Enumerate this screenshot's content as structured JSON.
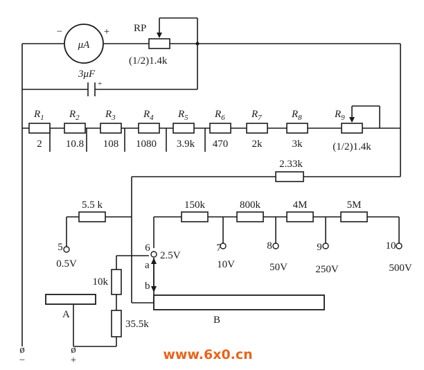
{
  "meter": {
    "symbol": "μA",
    "minus": "−",
    "plus": "+"
  },
  "rp": {
    "name": "RP",
    "value": "(1/2)1.4k"
  },
  "capacitor": {
    "value": "3μF",
    "plus": "+"
  },
  "chain": [
    {
      "name": "R",
      "sub": "1",
      "value": "2"
    },
    {
      "name": "R",
      "sub": "2",
      "value": "10.8"
    },
    {
      "name": "R",
      "sub": "3",
      "value": "108"
    },
    {
      "name": "R",
      "sub": "4",
      "value": "1080"
    },
    {
      "name": "R",
      "sub": "5",
      "value": "3.9k"
    },
    {
      "name": "R",
      "sub": "6",
      "value": "470"
    },
    {
      "name": "R",
      "sub": "7",
      "value": "2k"
    },
    {
      "name": "R",
      "sub": "8",
      "value": "3k"
    },
    {
      "name": "R",
      "sub": "9",
      "value": "(1/2)1.4k"
    }
  ],
  "r_233k": "2.33k",
  "r_55k": "5.5 k",
  "series_res": [
    "150k",
    "800k",
    "4M",
    "5M"
  ],
  "terminals": [
    {
      "num": "5",
      "range": "0.5V"
    },
    {
      "num": "6",
      "range": "2.5V"
    },
    {
      "num": "7",
      "range": "10V"
    },
    {
      "num": "8",
      "range": "50V"
    },
    {
      "num": "9",
      "range": "250V"
    },
    {
      "num": "10",
      "range": "500V"
    }
  ],
  "wiper": {
    "a": "a",
    "b": "b"
  },
  "r_10k": "10k",
  "r_355k": "35.5k",
  "block_a": "A",
  "block_b": "B",
  "out_terms": {
    "left_symbol": "ø",
    "left_sign": "−",
    "right_symbol": "ø",
    "right_sign": "+"
  },
  "watermark": "www.6x0.cn"
}
